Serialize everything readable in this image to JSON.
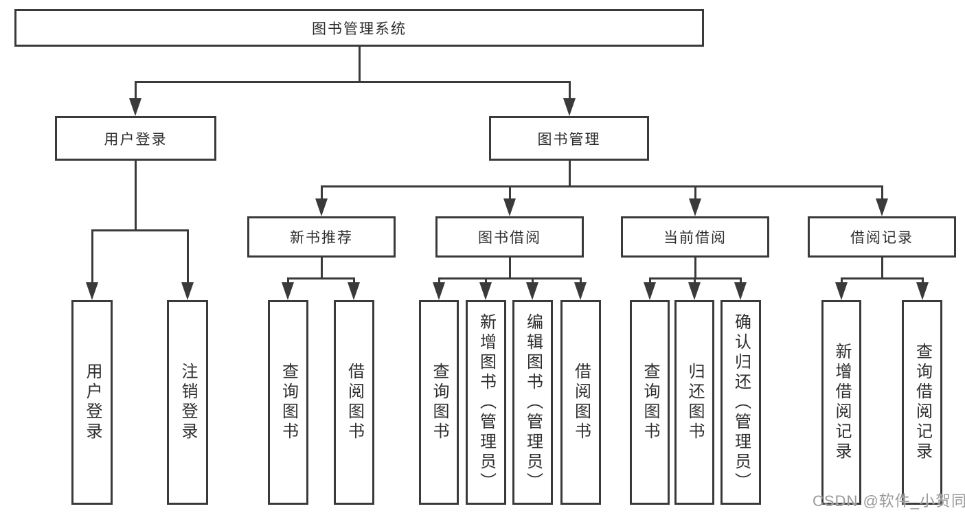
{
  "nodes": {
    "root": "图书管理系统",
    "user_login": "用户登录",
    "book_management": "图书管理",
    "new_book_recommend": "新书推荐",
    "book_borrowing": "图书借阅",
    "current_borrowing": "当前借阅",
    "borrowing_records": "借阅记录",
    "leaf_user_login": "用户登录",
    "leaf_logout": "注销登录",
    "leaf_recommend_query_book": "查询图书",
    "leaf_recommend_borrow_book": "借阅图书",
    "leaf_borrowing_query_book": "查询图书",
    "leaf_borrowing_add_book": "新增图书（管理员）",
    "leaf_borrowing_edit_book": "编辑图书（管理员）",
    "leaf_borrowing_borrow_book": "借阅图书",
    "leaf_current_query_book": "查询图书",
    "leaf_current_return_book": "归还图书",
    "leaf_current_confirm_return": "确认归还（管理员）",
    "leaf_records_add_record": "新增借阅记录",
    "leaf_records_query_record": "查询借阅记录"
  },
  "watermark": "CSDN @软件_小贺同学",
  "colors": {
    "line": "#3a3a3a",
    "text": "#2e2e2e",
    "watermark": "#9a9a9a",
    "background": "#ffffff"
  }
}
